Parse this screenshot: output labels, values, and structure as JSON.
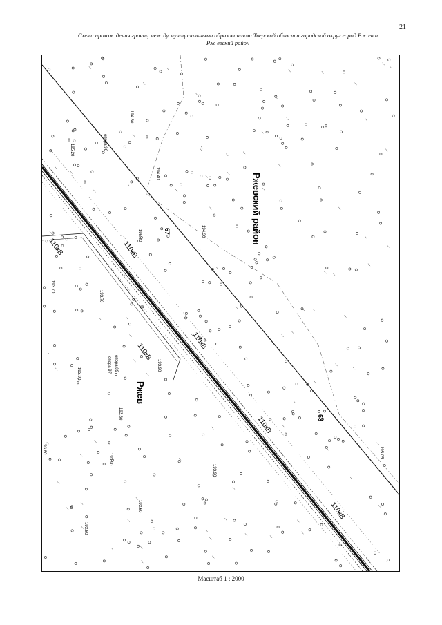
{
  "page": {
    "number": "21",
    "title_line1": "Схема прохож дения границ меж ду муниципальными образованиями Тверской област и городской округ город Рж ев и",
    "title_line2": "Рж евский район",
    "scale": "Масштаб 1 : 2000"
  },
  "map": {
    "area_labels": {
      "district": "Ржевский район",
      "city": "Ржев"
    },
    "boundary_points": [
      "67",
      "68"
    ],
    "power_line_label": "110кВ",
    "elevations": [
      "194.80",
      "195.20",
      "194.40",
      "195.20",
      "194.30",
      "193.70",
      "193.70",
      "193.90",
      "193.90",
      "193.80",
      "193.90",
      "193.90",
      "193.60",
      "193.80",
      "195.05",
      "193.80"
    ],
    "small_labels": [
      "опора 96",
      "опора 89",
      "опора 97"
    ]
  }
}
